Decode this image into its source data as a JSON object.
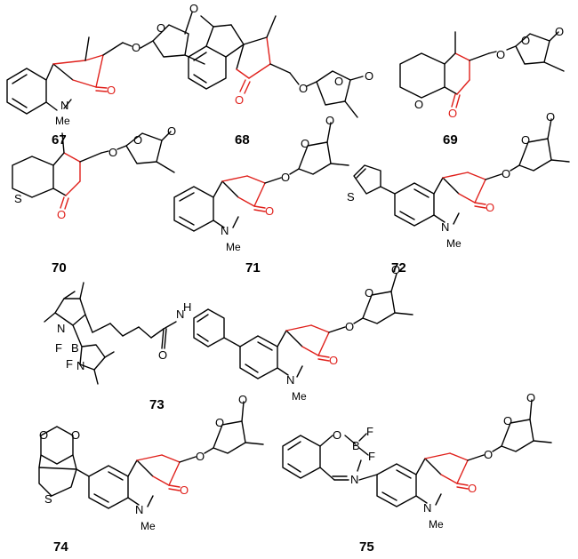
{
  "compounds": [
    {
      "label": "67"
    },
    {
      "label": "68"
    },
    {
      "label": "69"
    },
    {
      "label": "70"
    },
    {
      "label": "71"
    },
    {
      "label": "72"
    },
    {
      "label": "73"
    },
    {
      "label": "74"
    },
    {
      "label": "75"
    }
  ],
  "atoms": {
    "o": "O",
    "n": "N",
    "s": "S",
    "me": "Me",
    "h": "H",
    "b": "B",
    "f": "F"
  },
  "colors": {
    "highlight": "#e0201b",
    "bond": "#000000"
  }
}
